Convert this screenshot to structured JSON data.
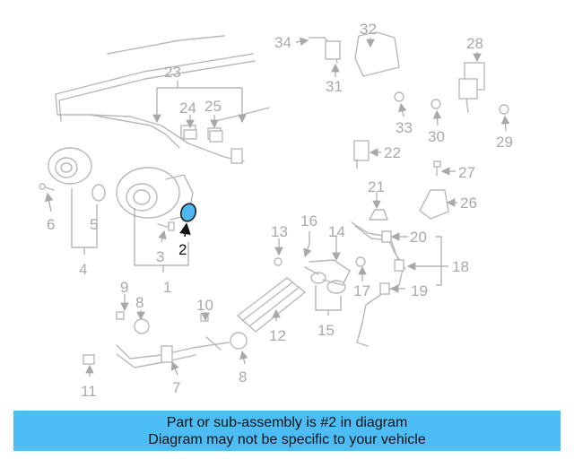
{
  "diagram": {
    "callouts": {
      "p1": "1",
      "p2": "2",
      "p3": "3",
      "p4": "4",
      "p5": "5",
      "p6": "6",
      "p7": "7",
      "p8a": "8",
      "p8b": "8",
      "p9": "9",
      "p10": "10",
      "p11": "11",
      "p12": "12",
      "p13": "13",
      "p14": "14",
      "p15": "15",
      "p16": "16",
      "p17": "17",
      "p18": "18",
      "p19": "19",
      "p20": "20",
      "p21": "21",
      "p22": "22",
      "p23": "23",
      "p24": "24",
      "p25": "25",
      "p26": "26",
      "p27": "27",
      "p28": "28",
      "p29": "29",
      "p30": "30",
      "p31": "31",
      "p32": "32",
      "p33": "33",
      "p34": "34"
    },
    "highlight_color": "#4fb8f2",
    "part_color": "#b8b8b8"
  },
  "banner": {
    "line1": "Part or sub-assembly is #2 in diagram",
    "line2": "Diagram may not be specific to your vehicle",
    "background": "#4dbdf5"
  }
}
